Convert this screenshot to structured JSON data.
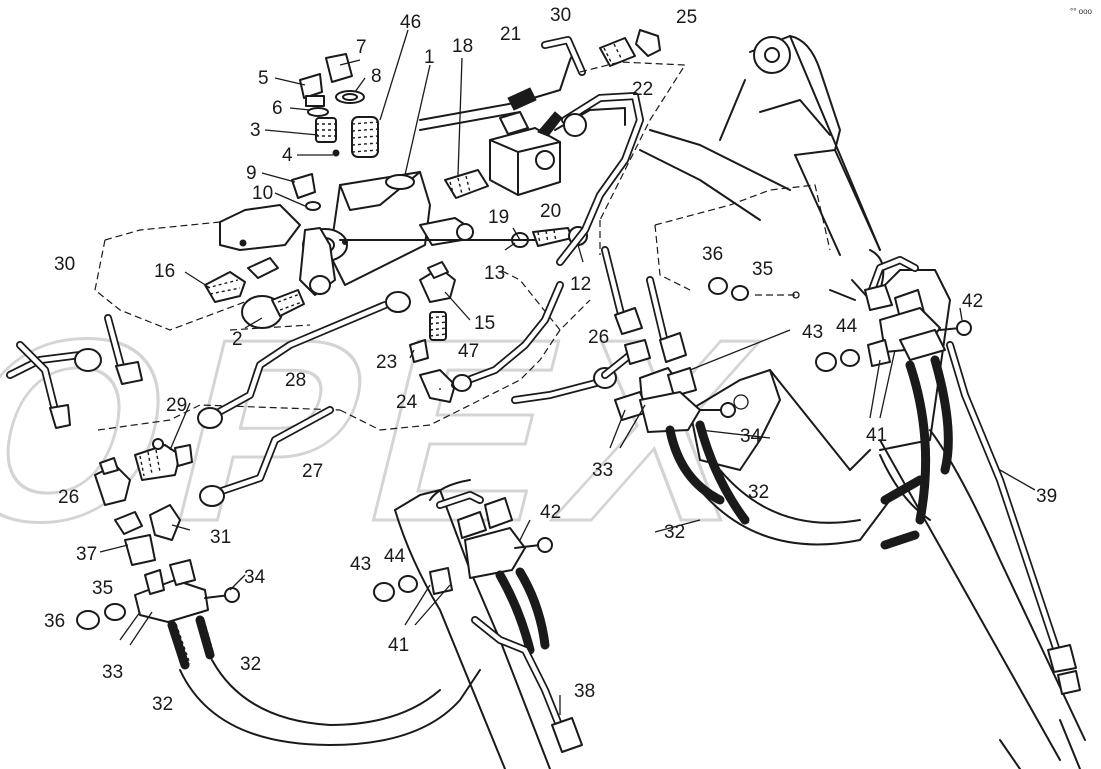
{
  "diagram": {
    "corner_mark": "°° ooo",
    "watermark_text": "OPEX",
    "labels": [
      {
        "id": "l-1",
        "text": "1"
      },
      {
        "id": "l-2",
        "text": "2"
      },
      {
        "id": "l-3",
        "text": "3"
      },
      {
        "id": "l-4",
        "text": "4"
      },
      {
        "id": "l-5",
        "text": "5"
      },
      {
        "id": "l-6",
        "text": "6"
      },
      {
        "id": "l-7",
        "text": "7"
      },
      {
        "id": "l-8",
        "text": "8"
      },
      {
        "id": "l-9",
        "text": "9"
      },
      {
        "id": "l-10",
        "text": "10"
      },
      {
        "id": "l-12",
        "text": "12"
      },
      {
        "id": "l-13",
        "text": "13"
      },
      {
        "id": "l-15",
        "text": "15"
      },
      {
        "id": "l-16",
        "text": "16"
      },
      {
        "id": "l-18",
        "text": "18"
      },
      {
        "id": "l-19",
        "text": "19"
      },
      {
        "id": "l-20",
        "text": "20"
      },
      {
        "id": "l-21",
        "text": "21"
      },
      {
        "id": "l-22",
        "text": "22"
      },
      {
        "id": "l-23",
        "text": "23"
      },
      {
        "id": "l-24",
        "text": "24"
      },
      {
        "id": "l-25",
        "text": "25"
      },
      {
        "id": "l-26a",
        "text": "26"
      },
      {
        "id": "l-26b",
        "text": "26"
      },
      {
        "id": "l-27",
        "text": "27"
      },
      {
        "id": "l-28",
        "text": "28"
      },
      {
        "id": "l-29",
        "text": "29"
      },
      {
        "id": "l-30a",
        "text": "30"
      },
      {
        "id": "l-30b",
        "text": "30"
      },
      {
        "id": "l-31",
        "text": "31"
      },
      {
        "id": "l-32a",
        "text": "32"
      },
      {
        "id": "l-32b",
        "text": "32"
      },
      {
        "id": "l-32c",
        "text": "32"
      },
      {
        "id": "l-32d",
        "text": "32"
      },
      {
        "id": "l-33a",
        "text": "33"
      },
      {
        "id": "l-33b",
        "text": "33"
      },
      {
        "id": "l-34a",
        "text": "34"
      },
      {
        "id": "l-34b",
        "text": "34"
      },
      {
        "id": "l-35a",
        "text": "35"
      },
      {
        "id": "l-35b",
        "text": "35"
      },
      {
        "id": "l-36a",
        "text": "36"
      },
      {
        "id": "l-36b",
        "text": "36"
      },
      {
        "id": "l-37",
        "text": "37"
      },
      {
        "id": "l-38",
        "text": "38"
      },
      {
        "id": "l-39",
        "text": "39"
      },
      {
        "id": "l-41a",
        "text": "41"
      },
      {
        "id": "l-41b",
        "text": "41"
      },
      {
        "id": "l-42a",
        "text": "42"
      },
      {
        "id": "l-42b",
        "text": "42"
      },
      {
        "id": "l-43a",
        "text": "43"
      },
      {
        "id": "l-43b",
        "text": "43"
      },
      {
        "id": "l-44a",
        "text": "44"
      },
      {
        "id": "l-44b",
        "text": "44"
      },
      {
        "id": "l-46",
        "text": "46"
      },
      {
        "id": "l-47",
        "text": "47"
      }
    ]
  }
}
